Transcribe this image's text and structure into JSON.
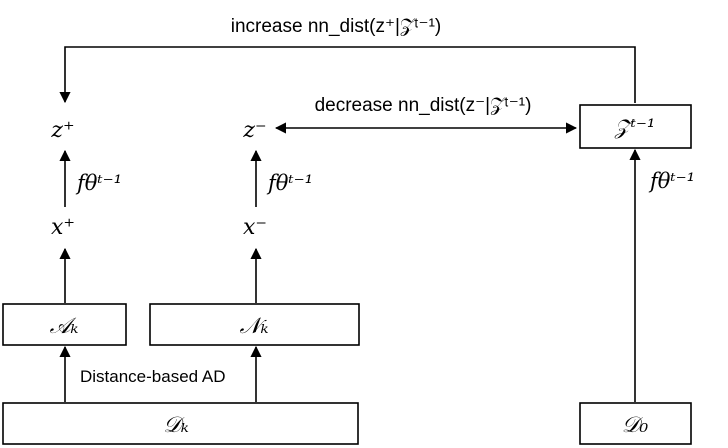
{
  "nodes": {
    "z_plus": "z⁺",
    "z_minus": "z⁻",
    "x_plus": "x⁺",
    "x_minus": "x⁻",
    "z_prev": "𝒵ᵗ⁻¹",
    "A_k": "𝒜ₖ",
    "N_k": "𝒩ₖ",
    "D_k": "𝒟ₖ",
    "D_0": "𝒟₀"
  },
  "labels": {
    "increase": "increase nn_dist(z⁺|𝒵ᵗ⁻¹)",
    "decrease": "decrease nn_dist(z⁻|𝒵ᵗ⁻¹)",
    "f_left": "fθᵗ⁻¹",
    "f_mid": "fθᵗ⁻¹",
    "f_right": "fθᵗ⁻¹",
    "distance_ad": "Distance-based AD"
  },
  "colors": {
    "stroke": "#000000",
    "text": "#000000",
    "background": "#ffffff"
  }
}
